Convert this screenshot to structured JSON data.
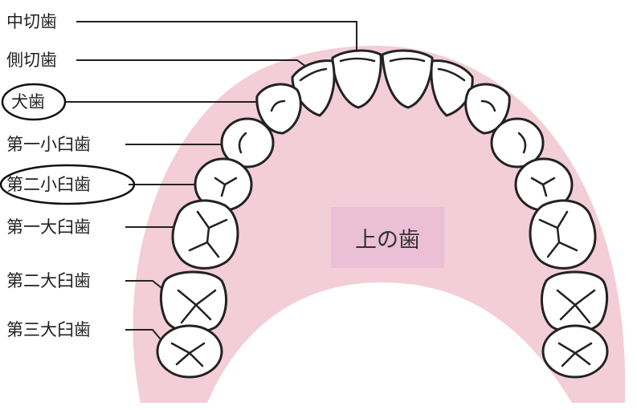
{
  "diagram": {
    "center_label": "上の歯",
    "labels": [
      {
        "id": "central-incisor",
        "text": "中切歯",
        "circled": false
      },
      {
        "id": "lateral-incisor",
        "text": "側切歯",
        "circled": false
      },
      {
        "id": "canine",
        "text": "犬歯",
        "circled": true
      },
      {
        "id": "first-premolar",
        "text": "第一小臼歯",
        "circled": false
      },
      {
        "id": "second-premolar",
        "text": "第二小臼歯",
        "circled": true
      },
      {
        "id": "first-molar",
        "text": "第一大臼歯",
        "circled": false
      },
      {
        "id": "second-molar",
        "text": "第二大臼歯",
        "circled": false
      },
      {
        "id": "third-molar",
        "text": "第三大臼歯",
        "circled": false
      }
    ],
    "colors": {
      "palate": "#f3cdd7",
      "center_box": "#ebbfd5",
      "tooth_fill": "#ffffff",
      "outline": "#222222"
    }
  }
}
